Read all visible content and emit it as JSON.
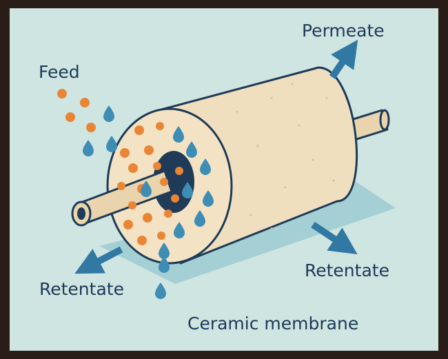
{
  "labels": {
    "feed": "Feed",
    "permeate": "Permeate",
    "retentate_left": "Retentate",
    "retentate_right": "Retentate",
    "caption": "Ceramic membrane"
  },
  "colors": {
    "frame": "#2a1c16",
    "background": "#cfe5e1",
    "membrane_body": "#f0dfbf",
    "membrane_face": "#f3e3c4",
    "membrane_outline": "#1d3a57",
    "bore": "#1f3b58",
    "particle": "#e98534",
    "droplet": "#3e8db5",
    "arrow": "#3178a3",
    "shadow": "#9ccbd2",
    "text": "#1d3a57"
  },
  "icons": [
    "particle",
    "water-droplet-icon",
    "arrow-icon"
  ]
}
